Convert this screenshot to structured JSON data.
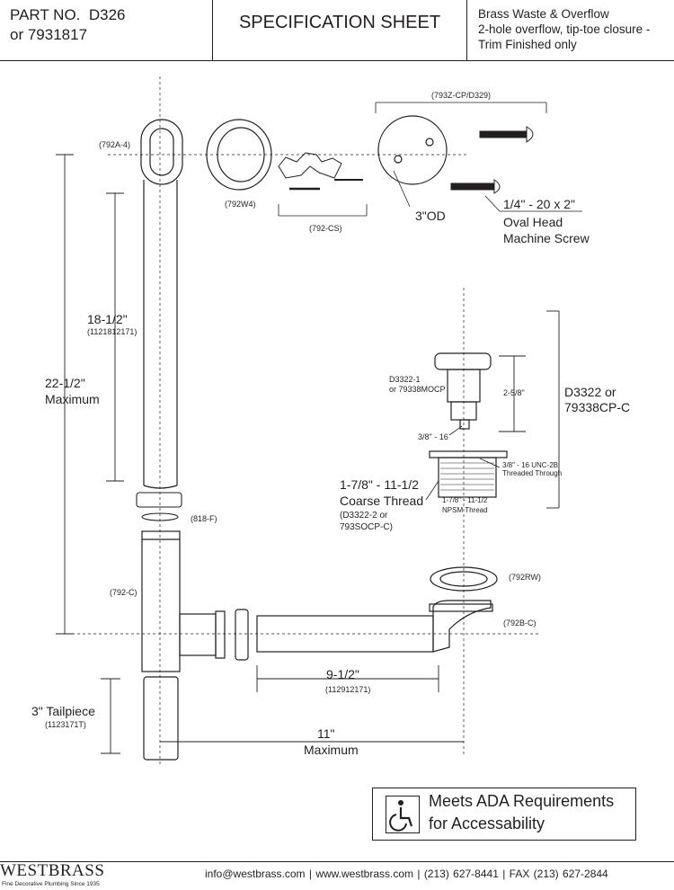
{
  "header": {
    "part_no_label": "PART NO.",
    "part_no": "D326",
    "alt_part": "or 7931817",
    "title": "SPECIFICATION SHEET",
    "desc_line1": "Brass Waste & Overflow",
    "desc_line2": "2-hole overflow, tip-toe closure -",
    "desc_line3": "Trim Finished only"
  },
  "labels": {
    "l792a4": "(792A-4)",
    "l792w4": "(792W4)",
    "l793zcp": "(793Z-CP/D329)",
    "l792cs": "(792-CS)",
    "od": "3\"OD",
    "screw_size": "1/4\" - 20 x 2\"",
    "screw_name1": "Oval Head",
    "screw_name2": "Machine Screw",
    "dim1812": "18-1/2\"",
    "dim1812_code": "(1121812171)",
    "dim2212": "22-1/2\"",
    "dim2212_max": "Maximum",
    "d33221": "D3322-1",
    "d33221b": "or 79338MOCP",
    "dim258": "2-5/8\"",
    "d3322": "D3322 or",
    "d3322b": "79338CP-C",
    "thread316": "3/8\" - 16",
    "unc1": "3/8\" - 16 UNC-2B",
    "unc2": "Threaded Through",
    "coarse1": "1-7/8\" - 11-1/2",
    "coarse2": "Coarse Thread",
    "coarse3": "(D3322-2 or",
    "coarse4": "793SOCP-C)",
    "npsm1": "1-7/8\" - 11-1/2",
    "npsm2": "NPSM Thread",
    "l818f": "(818-F)",
    "l792c": "(792-C)",
    "l792rw": "(792RW)",
    "l792bc": "(792B-C)",
    "dim912": "9-1/2\"",
    "dim912_code": "(112912171)",
    "tail1": "3\" Tailpiece",
    "tail2": "(1123171T)",
    "dim11": "11\"",
    "dim11_max": "Maximum"
  },
  "ada": {
    "line1": "Meets  ADA Requirements",
    "line2": "for Accessability",
    "icon": "wheelchair-accessibility-icon"
  },
  "footer": {
    "brand": "WESTBRASS",
    "tagline": "Fine Decorative Plumbing Since 1935",
    "contact": "info@westbrass.com |  www.westbrass.com   |   (213) 627-8441   |   FAX (213) 627-2844"
  }
}
